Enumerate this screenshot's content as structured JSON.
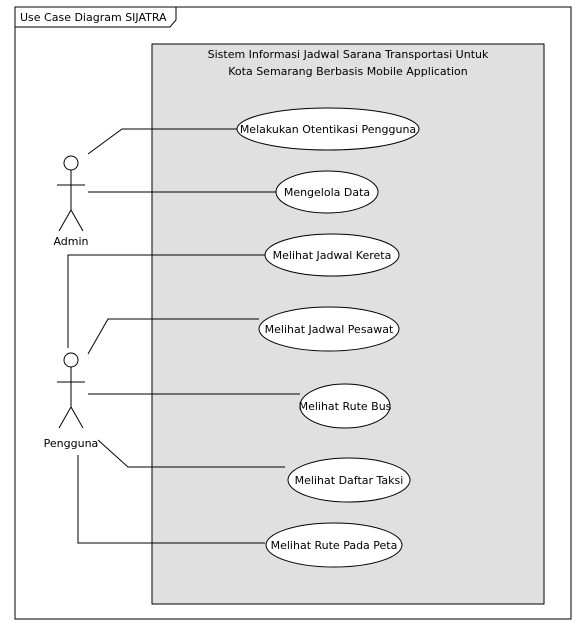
{
  "diagram": {
    "frame_title": "Use Case Diagram SIJATRA",
    "system": {
      "title_line1": "Sistem Informasi Jadwal Sarana Transportasi Untuk",
      "title_line2": "Kota Semarang Berbasis Mobile Application"
    },
    "actors": [
      {
        "id": "admin",
        "name": "Admin"
      },
      {
        "id": "pengguna",
        "name": "Pengguna"
      }
    ],
    "use_cases": [
      {
        "id": "uc1",
        "name": "Melakukan Otentikasi Pengguna"
      },
      {
        "id": "uc2",
        "name": "Mengelola Data"
      },
      {
        "id": "uc3",
        "name": "Melihat Jadwal Kereta"
      },
      {
        "id": "uc4",
        "name": "Melihat Jadwal Pesawat"
      },
      {
        "id": "uc5",
        "name": "Melihat Rute Bus"
      },
      {
        "id": "uc6",
        "name": "Melihat Daftar Taksi"
      },
      {
        "id": "uc7",
        "name": "Melihat Rute Pada Peta"
      }
    ],
    "associations": [
      {
        "actor": "admin",
        "use_case": "uc1"
      },
      {
        "actor": "admin",
        "use_case": "uc2"
      },
      {
        "actor": "pengguna",
        "use_case": "uc3"
      },
      {
        "actor": "pengguna",
        "use_case": "uc4"
      },
      {
        "actor": "pengguna",
        "use_case": "uc5"
      },
      {
        "actor": "pengguna",
        "use_case": "uc6"
      },
      {
        "actor": "pengguna",
        "use_case": "uc7"
      }
    ]
  }
}
